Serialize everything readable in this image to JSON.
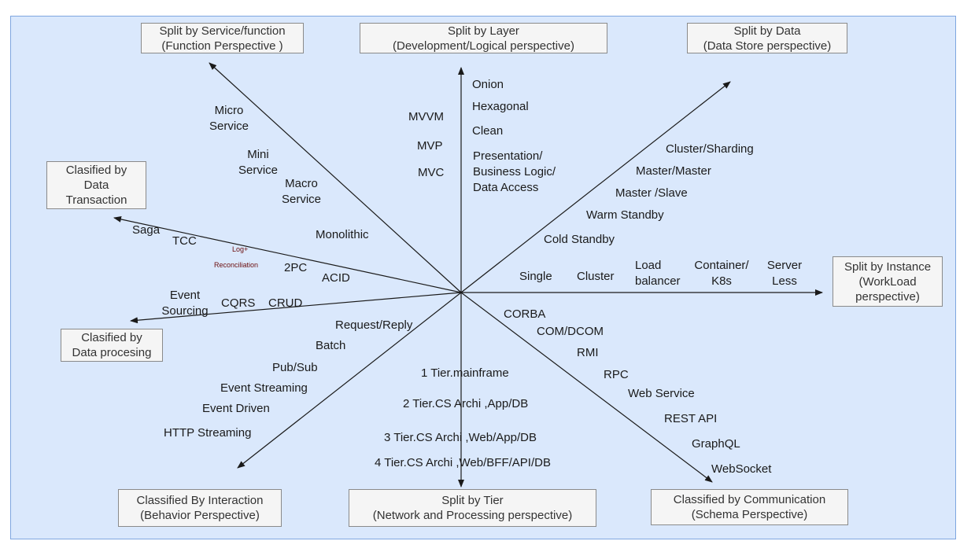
{
  "boxes": {
    "service": "Split by Service/function\n(Function Perspective )",
    "layer": "Split by Layer\n(Development/Logical  perspective)",
    "data": "Split by Data\n(Data Store perspective)",
    "transaction": "Clasified by\nData\nTransaction",
    "instance": "Split by Instance\n(WorkLoad\nperspective)",
    "processing": "Clasified by\nData procesing",
    "interaction": "Classified By Interaction\n(Behavior Perspective)",
    "tier": "Split by Tier\n(Network and Processing  perspective)",
    "communication": "Classified by Communication\n(Schema Perspective)"
  },
  "labels": {
    "service": [
      "Micro\nService",
      "Mini\nService",
      "Macro\nService",
      "Monolithic"
    ],
    "layer_left": [
      "MVVM",
      "MVP",
      "MVC"
    ],
    "layer_right": [
      "Onion",
      "Hexagonal",
      "Clean",
      "Presentation/\nBusiness Logic/\nData Access"
    ],
    "data": [
      "Cluster/Sharding",
      "Master/Master",
      "Master /Slave",
      "Warm Standby",
      "Cold Standby"
    ],
    "transaction": [
      "Saga",
      "TCC",
      "Log+",
      "Reconciliation",
      "2PC",
      "ACID"
    ],
    "processing": [
      "Event\nSourcing",
      "CQRS",
      "CRUD"
    ],
    "instance": [
      "Single",
      "Cluster",
      "Load\nbalancer",
      "Container/\nK8s",
      "Server\nLess"
    ],
    "interaction": [
      "Request/Reply",
      "Batch",
      "Pub/Sub",
      "Event Streaming",
      "Event Driven",
      "HTTP Streaming"
    ],
    "tier": [
      "1 Tier.mainframe",
      "2 Tier.CS Archi ,App/DB",
      "3 Tier.CS Archi ,Web/App/DB",
      "4 Tier.CS Archi ,Web/BFF/API/DB"
    ],
    "communication": [
      "CORBA",
      "COM/DCOM",
      "RMI",
      "RPC",
      "Web  Service",
      "REST API",
      "GraphQL",
      "WebSocket"
    ]
  },
  "colors": {
    "background": "#dae8fc",
    "panel_border": "#7ea6e0",
    "box_fill": "#f5f5f5",
    "box_border": "#8a8a8a",
    "arrow": "#1a1a1a",
    "log_text": "#6b0d0d"
  }
}
